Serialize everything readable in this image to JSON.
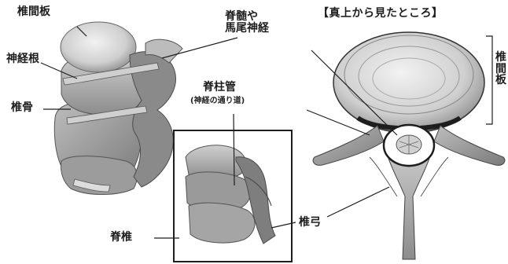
{
  "colors": {
    "ink": "#1e1e1e",
    "bone_light": "#d9d9d9",
    "bone_mid": "#a8a8a8",
    "bone_dark": "#6e6e6e",
    "background": "#ffffff"
  },
  "side_view": {
    "disc_label": "椎間板",
    "nerve_root_label": "神経根",
    "vertebra_label": "椎骨"
  },
  "spinal_cord_label": {
    "line1": "脊髄や",
    "line2": "馬尾神経"
  },
  "top_view": {
    "title": "【真上から見たところ】",
    "disc_side_label": "椎間板",
    "lamina_label": "椎弓"
  },
  "inset": {
    "canal_label": "脊柱管",
    "canal_sub_label": "(神経の通り道)",
    "spine_label": "脊椎"
  }
}
